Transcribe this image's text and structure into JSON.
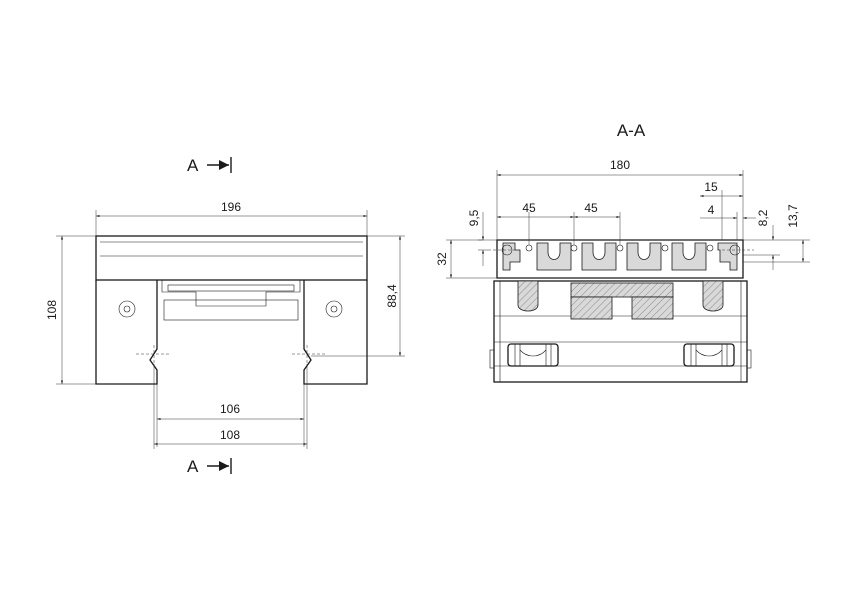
{
  "section_view_title": "A-A",
  "cut_marker": {
    "letter": "A"
  },
  "front_view": {
    "dim_width": "196",
    "dim_height": "108",
    "dim_right_height": "88,4",
    "dim_inner_106": "106",
    "dim_inner_108": "108"
  },
  "section_view": {
    "dim_180": "180",
    "dim_45_left": "45",
    "dim_45_right": "45",
    "dim_15": "15",
    "dim_4": "4",
    "dim_9_5": "9,5",
    "dim_32": "32",
    "dim_8_2": "8,2",
    "dim_13_7": "13,7"
  },
  "colors": {
    "line": "#1a1a1a",
    "hatch_fill": "#d9d9d9",
    "background": "#ffffff"
  }
}
